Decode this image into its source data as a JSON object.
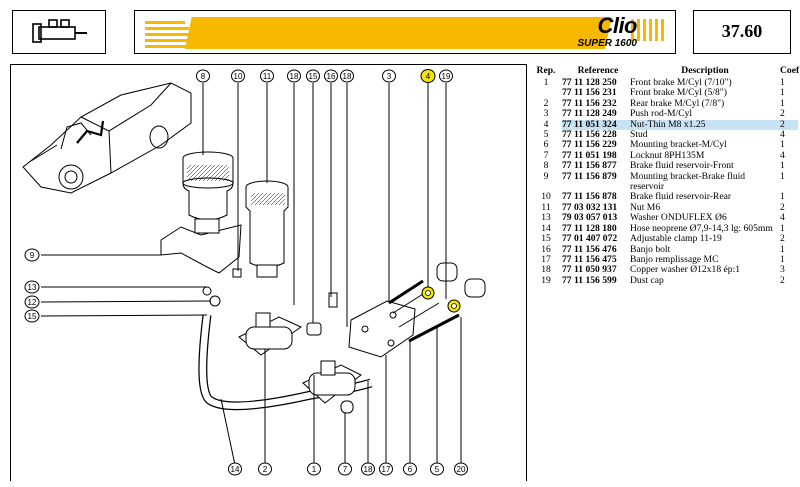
{
  "header": {
    "logo_main": "Clio",
    "logo_sub": "SUPER 1600",
    "page_code": "37.60"
  },
  "diagram": {
    "callouts": [
      "8",
      "10",
      "11",
      "18",
      "15",
      "16",
      "18",
      "3",
      "4",
      "19",
      "9",
      "13",
      "12",
      "15",
      "14",
      "2",
      "1",
      "7",
      "18",
      "17",
      "6",
      "5",
      "20"
    ],
    "highlighted_callout": "4"
  },
  "table": {
    "headers": {
      "rep": "Rep.",
      "reference": "Reference",
      "description": "Description",
      "coef": "Coef"
    },
    "selected_index": 4,
    "rows": [
      {
        "rep": "1",
        "ref": "77 11 128 250",
        "desc": "Front brake M/Cyl (7/10\")",
        "coef": "1"
      },
      {
        "rep": "",
        "ref": "77 11 156 231",
        "desc": "Front brake M/Cyl (5/8\")",
        "coef": "1"
      },
      {
        "rep": "2",
        "ref": "77 11 156 232",
        "desc": "Rear brake M/Cyl (7/8\")",
        "coef": "1"
      },
      {
        "rep": "3",
        "ref": "77 11 128 249",
        "desc": "Push rod-M/Cyl",
        "coef": "2"
      },
      {
        "rep": "4",
        "ref": "77 11 051 324",
        "desc": "Nut-Thin M8 x1.25",
        "coef": "2"
      },
      {
        "rep": "5",
        "ref": "77 11 156 228",
        "desc": "Stud",
        "coef": "4"
      },
      {
        "rep": "6",
        "ref": "77 11 156 229",
        "desc": "Mounting bracket-M/Cyl",
        "coef": "1"
      },
      {
        "rep": "7",
        "ref": "77 11 051 198",
        "desc": "Locknut 8PH135M",
        "coef": "4"
      },
      {
        "rep": "8",
        "ref": "77 11 156 877",
        "desc": "Brake fluid reservoir-Front",
        "coef": "1"
      },
      {
        "rep": "9",
        "ref": "77 11 156 879",
        "desc": "Mounting bracket-Brake fluid reservoir",
        "coef": "1"
      },
      {
        "rep": "10",
        "ref": "77 11 156 878",
        "desc": "Brake fluid reservoir-Rear",
        "coef": "1"
      },
      {
        "rep": "11",
        "ref": "77 03 032 131",
        "desc": "Nut M6",
        "coef": "2"
      },
      {
        "rep": "13",
        "ref": "79 03 057 013",
        "desc": "Washer ONDUFLEX Ø6",
        "coef": "4"
      },
      {
        "rep": "14",
        "ref": "77 11 128 180",
        "desc": "Hose neoprene Ø7,9-14,3 lg: 605mm",
        "coef": "1"
      },
      {
        "rep": "15",
        "ref": "77 01 407 072",
        "desc": "Adjustable clamp 11-19",
        "coef": "2"
      },
      {
        "rep": "16",
        "ref": "77 11 156 476",
        "desc": "Banjo bolt",
        "coef": "1"
      },
      {
        "rep": "17",
        "ref": "77 11 156 475",
        "desc": "Banjo remplissage MC",
        "coef": "1"
      },
      {
        "rep": "18",
        "ref": "77 11 050 937",
        "desc": "Copper washer Ø12x18 ép:1",
        "coef": "3"
      },
      {
        "rep": "19",
        "ref": "77 11 156 599",
        "desc": "Dust cap",
        "coef": "2"
      }
    ]
  },
  "colors": {
    "highlight_ring": "#f3e600",
    "banner_yellow": "#f6b800",
    "row_highlight": "#c7e1f5"
  }
}
